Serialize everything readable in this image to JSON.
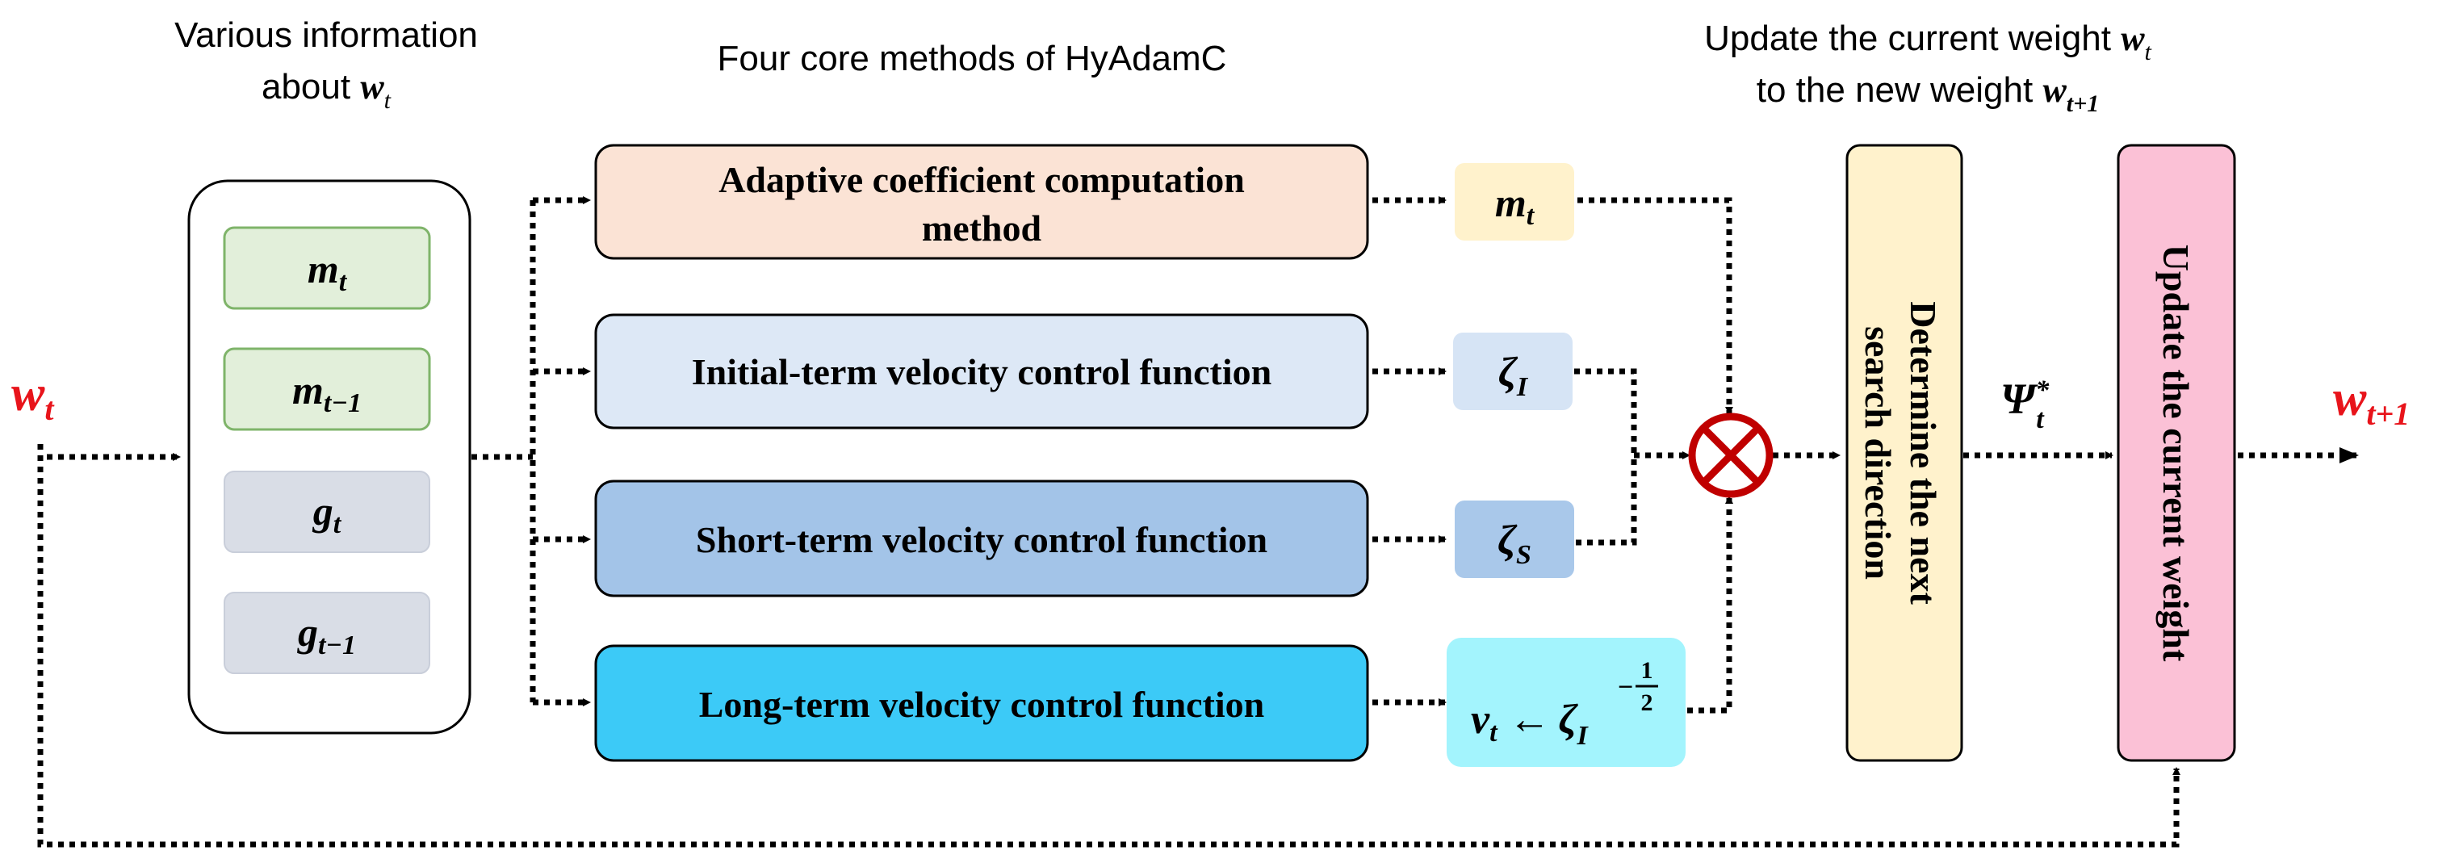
{
  "headings": {
    "info_line1": "Various information",
    "info_line2_prefix": "about ",
    "info_symbol": "w",
    "info_symbol_sub": "t",
    "methods": "Four core methods of HyAdamC",
    "update_line1_prefix": "Update the current weight ",
    "update_line1_symbol": "w",
    "update_line1_sub": "t",
    "update_line2_prefix": "to the new weight ",
    "update_line2_symbol": "w",
    "update_line2_sub": "t+1"
  },
  "input_weight": {
    "symbol": "w",
    "sub": "t"
  },
  "output_weight": {
    "symbol": "w",
    "sub": "t+1"
  },
  "info_items": [
    {
      "symbol": "m",
      "sub": "t"
    },
    {
      "symbol": "m",
      "sub": "t−1"
    },
    {
      "symbol": "g",
      "sub": "t"
    },
    {
      "symbol": "g",
      "sub": "t−1"
    }
  ],
  "methods": [
    {
      "line1": "Adaptive coefficient computation",
      "line2": "method"
    },
    {
      "line1": "Initial-term velocity control function",
      "line2": ""
    },
    {
      "line1": "Short-term velocity control function",
      "line2": ""
    },
    {
      "line1": "Long-term velocity control function",
      "line2": ""
    }
  ],
  "outputs": [
    {
      "symbol": "m",
      "sub": "t"
    },
    {
      "symbol": "ζ",
      "sub": "I"
    },
    {
      "symbol": "ζ",
      "sub": "S"
    },
    {
      "lhs": "v",
      "lhs_sub": "t",
      "arrow": "←",
      "symbol": "ζ",
      "sub": "I",
      "exp_sign": "−",
      "exp_num": "1",
      "exp_den": "2"
    }
  ],
  "direction_box": {
    "line1": "Determine the next",
    "line2": "search direction"
  },
  "psi": {
    "symbol": "Ψ",
    "sub": "t",
    "sup": "*"
  },
  "update_box": {
    "label": "Update the current weight"
  },
  "colors": {
    "red": "#e8141b",
    "info_green_fill": "#e2efda",
    "info_green_stroke": "#7fb46a",
    "info_gray_fill": "#d9dde6",
    "method_peach": "#fbe3d5",
    "method_lightblue": "#dde8f6",
    "method_midblue": "#a3c4e8",
    "method_cyan": "#3ccaf7",
    "out_yellow": "#fff2cc",
    "out_blue": "#d6e4f5",
    "out_midblue": "#a9c8ea",
    "out_cyan": "#a3f4fd",
    "direction_yellow": "#fff2cc",
    "update_pink": "#fbc1d6",
    "multiply_red": "#c00000"
  }
}
